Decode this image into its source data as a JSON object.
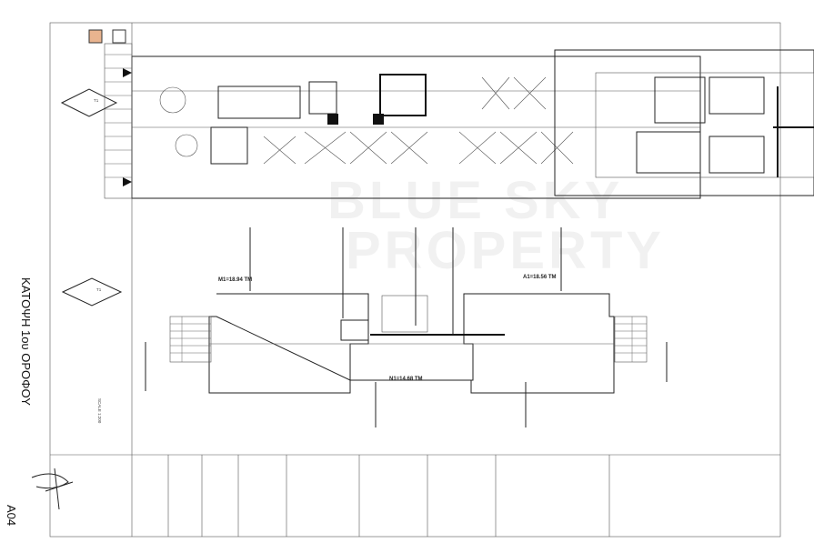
{
  "drawing": {
    "title": "ΚΑΤΟΨΗ 1ου ΟΡΟΦΟΥ",
    "scale": "SCALE 1:200",
    "sheet_number": "A04",
    "north_marker_top": "T1",
    "north_marker_bottom": "T1"
  },
  "levels": {
    "left": "M1=18.94 TM",
    "right": "A1=18.56 TM",
    "center": "N1=14.68 TM"
  },
  "watermark": {
    "line1": "BLUE SKY",
    "line2": "PROPERTY"
  }
}
